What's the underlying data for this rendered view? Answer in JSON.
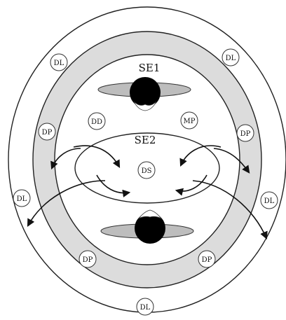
{
  "diagram": {
    "top_label": "SE1",
    "middle_label": "SE2",
    "nodes": [
      {
        "id": "dl_top_left",
        "text": "DL"
      },
      {
        "id": "dl_top_right",
        "text": "DL"
      },
      {
        "id": "dp_left",
        "text": "DP"
      },
      {
        "id": "dd",
        "text": "DD"
      },
      {
        "id": "mp",
        "text": "MP"
      },
      {
        "id": "dp_right",
        "text": "DP"
      },
      {
        "id": "ds",
        "text": "DS"
      },
      {
        "id": "dl_left",
        "text": "DL"
      },
      {
        "id": "dl_right",
        "text": "DL"
      },
      {
        "id": "dp_bottom_left",
        "text": "DP"
      },
      {
        "id": "dp_bottom_right",
        "text": "DP"
      },
      {
        "id": "dl_bottom",
        "text": "DL"
      }
    ]
  }
}
